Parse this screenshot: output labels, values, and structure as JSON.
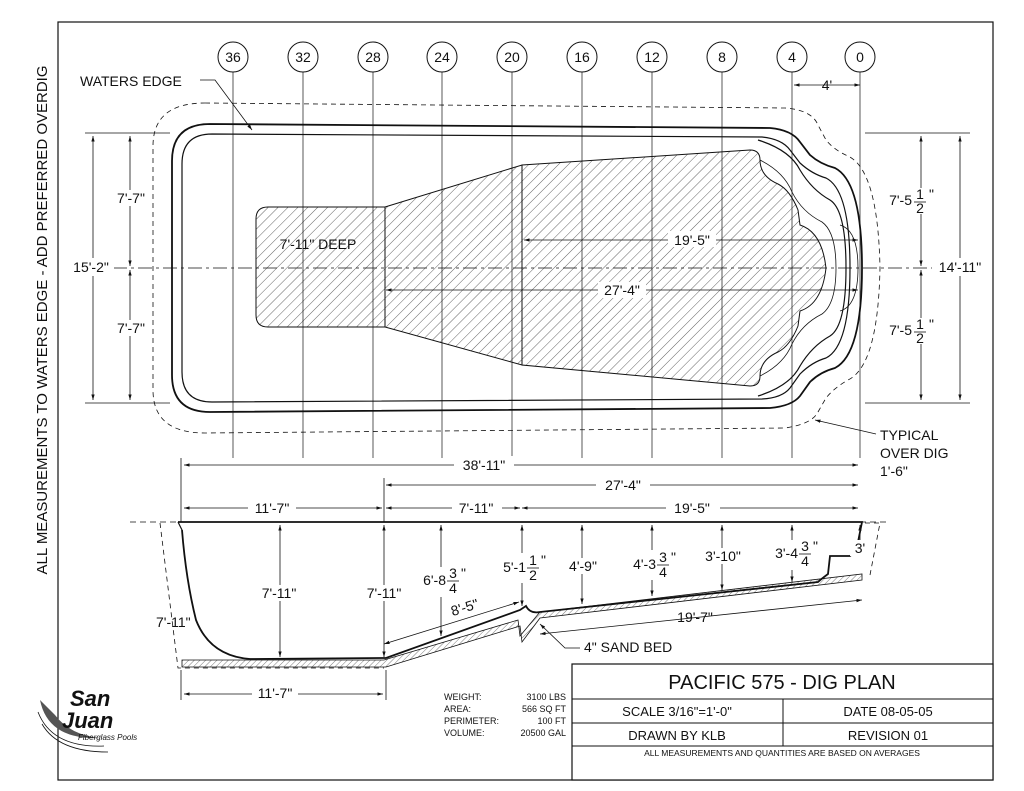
{
  "drawing": {
    "side_note": "ALL MEASUREMENTS TO WATERS EDGE - ADD PREFERRED OVERDIG",
    "stations": [
      "36",
      "32",
      "28",
      "24",
      "20",
      "16",
      "12",
      "8",
      "4",
      "0"
    ],
    "callouts": {
      "waters_edge": "WATERS EDGE",
      "typical_over_dig": [
        "TYPICAL",
        "OVER DIG",
        "1'-6\""
      ],
      "sand_bed": "4\" SAND BED",
      "deep_label": "7'-11\" DEEP"
    },
    "plan_dims": {
      "station_4_to_0": "4'",
      "left_upper": "7'-7\"",
      "left_lower": "7'-7\"",
      "overall_width": "15'-2\"",
      "right_width": "14'-11\"",
      "right_upper": "7'-5",
      "right_lower": "7'-5",
      "half_fraction": {
        "num": "1",
        "den": "2"
      },
      "slope_length": "19'-5\"",
      "deep_to_end": "27'-4\""
    },
    "section_dims": {
      "overall_length": "38'-11\"",
      "length_27": "27'-4\"",
      "deep_length": "11'-7\"",
      "slope_length": "7'-11\"",
      "shallow_length": "19'-5\"",
      "bottom_length": "11'-7\"",
      "wall_height": "7'-11\"",
      "depth_at_32": "7'-11\"",
      "depth_at_28": "7'-11\"",
      "depth_at_24": {
        "whole": "6'-8",
        "num": "3",
        "den": "4"
      },
      "depth_at_20": {
        "whole": "5'-1",
        "num": "1",
        "den": "2"
      },
      "depth_at_16": "4'-9\"",
      "depth_at_12": {
        "whole": "4'-3",
        "num": "3",
        "den": "4"
      },
      "depth_at_8": "3'-10\"",
      "depth_at_4": {
        "whole": "3'-4",
        "num": "3",
        "den": "4"
      },
      "depth_at_0": "3'",
      "slope_run": "8'-5\"",
      "shallow_run": "19'-7\""
    }
  },
  "specs": [
    {
      "label": "WEIGHT:",
      "value": "3100 LBS"
    },
    {
      "label": "AREA:",
      "value": "566 SQ FT"
    },
    {
      "label": "PERIMETER:",
      "value": "100 FT"
    },
    {
      "label": "VOLUME:",
      "value": "20500 GAL"
    }
  ],
  "logo": {
    "line1": "San",
    "line2": "Juan",
    "tagline": "Fiberglass Pools"
  },
  "title_block": {
    "title": "PACIFIC 575 - DIG PLAN",
    "scale": "SCALE 3/16\"=1'-0\"",
    "date": "DATE 08-05-05",
    "drawn_by": "DRAWN BY KLB",
    "revision": "REVISION 01",
    "footer": "ALL MEASUREMENTS AND QUANTITIES ARE BASED ON AVERAGES"
  }
}
